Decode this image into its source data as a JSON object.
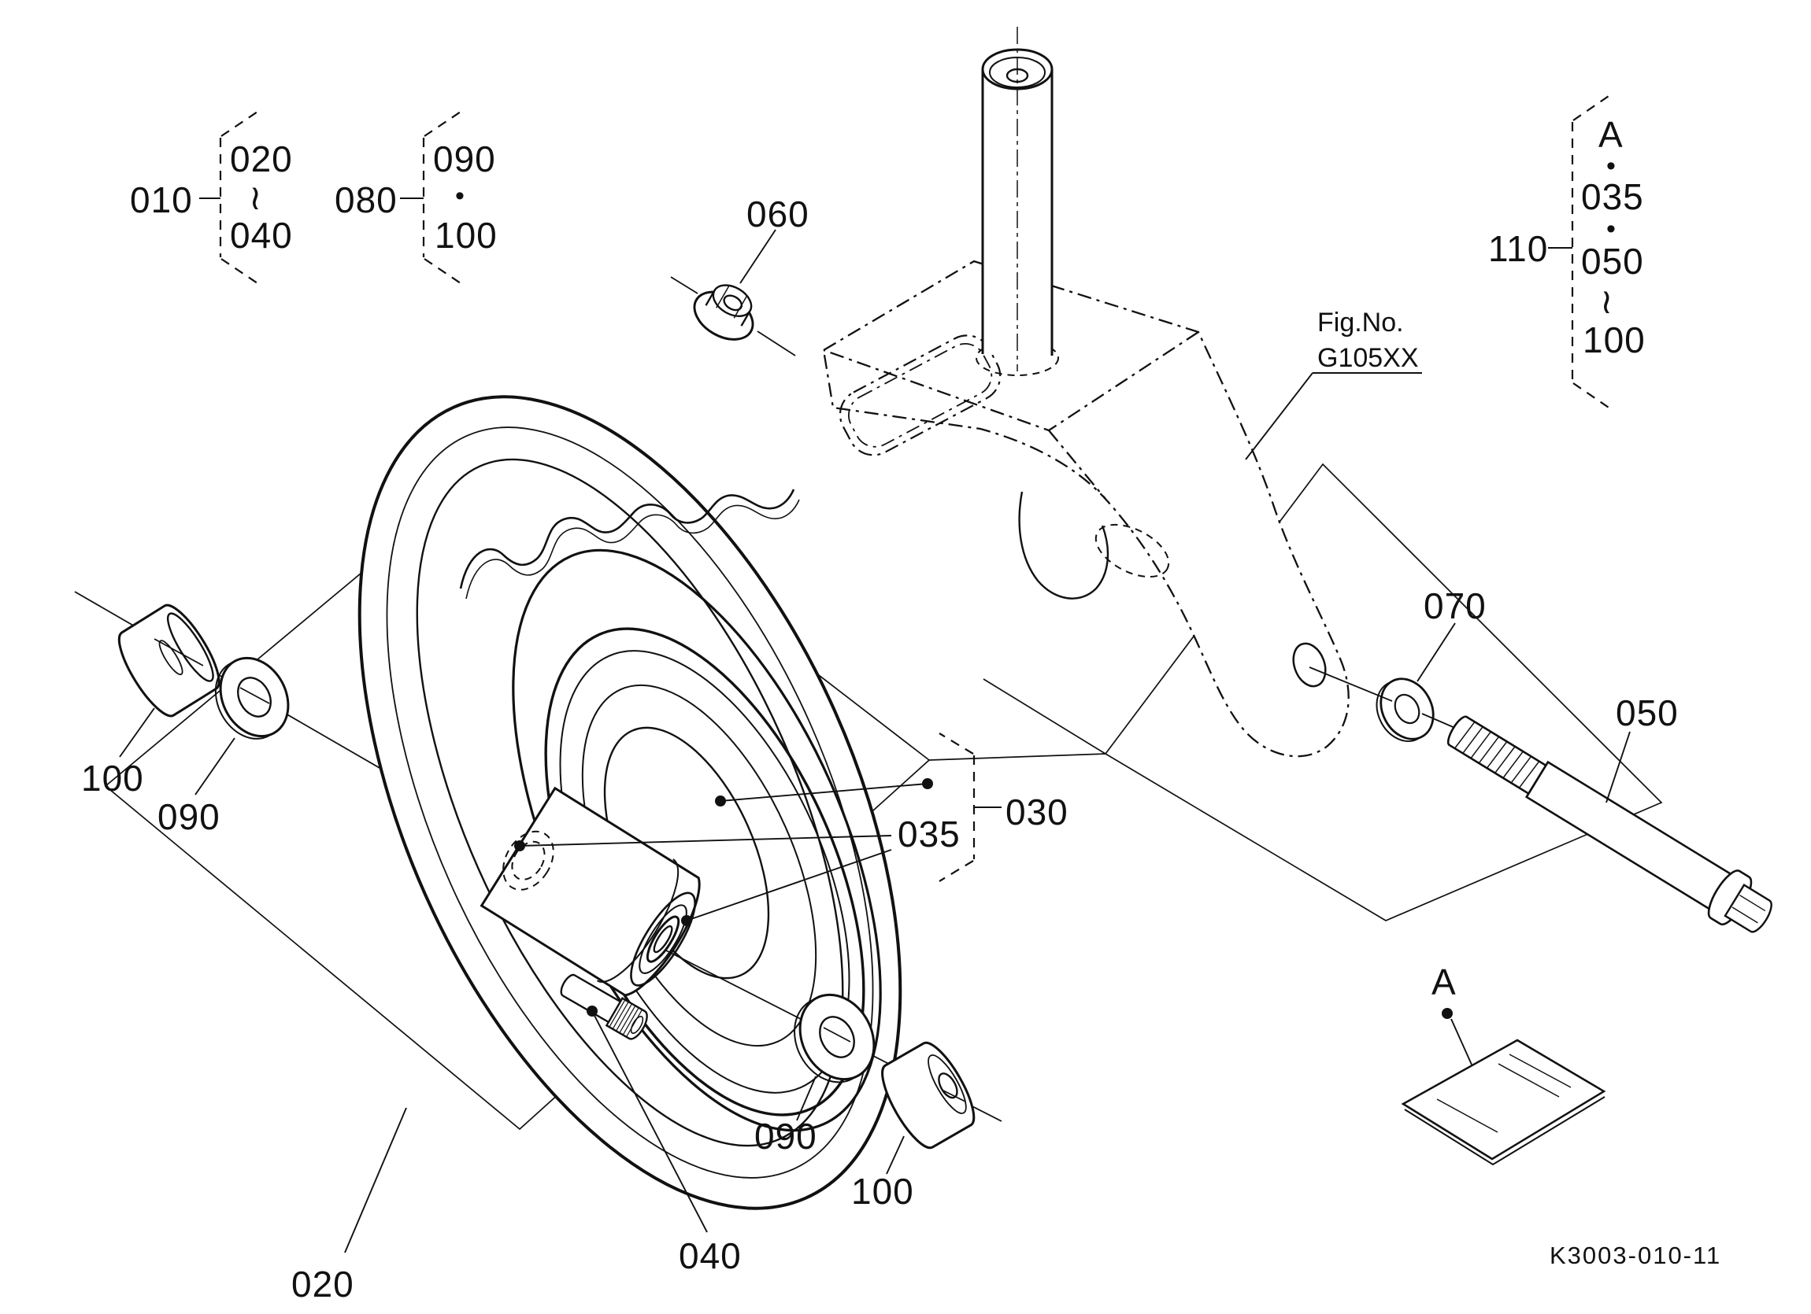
{
  "doc_code": "K3003-010-11",
  "fig_ref": {
    "line1": "Fig.No.",
    "line2": "G105XX"
  },
  "groups": {
    "g010": {
      "label": "010",
      "items": [
        "020",
        "≀",
        "040"
      ]
    },
    "g080": {
      "label": "080",
      "items": [
        "090",
        "•",
        "100"
      ]
    },
    "g110": {
      "label": "110",
      "items": [
        "A",
        "•",
        "035",
        "•",
        "050",
        "≀",
        "100"
      ]
    },
    "g030": {
      "label": "030"
    }
  },
  "callouts": {
    "nut": "060",
    "axle_bolt": "050",
    "washer_fork": "070",
    "bearing": "035",
    "tire": "020",
    "valve": "040",
    "washer_left": "090",
    "bushing_left": "100",
    "washer_right": "090",
    "bushing_right": "100",
    "instruction_sheet": "A"
  }
}
